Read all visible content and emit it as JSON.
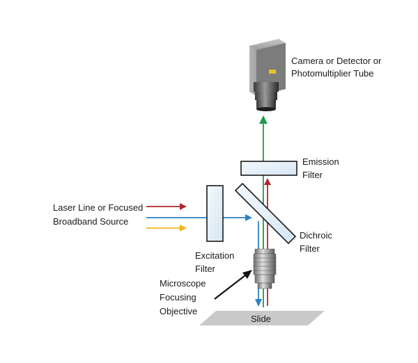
{
  "labels": {
    "camera_line1": "Camera or Detector or",
    "camera_line2": "Photomultiplier Tube",
    "emission_line1": "Emission",
    "emission_line2": "Filter",
    "source_line1": "Laser Line or  Focused",
    "source_line2": "Broadband Source",
    "dichroic_line1": "Dichroic",
    "dichroic_line2": "Filter",
    "excitation_line1": "Excitation",
    "excitation_line2": "Filter",
    "objective_line1": "Microscope",
    "objective_line2": "Focusing",
    "objective_line3": "Objective",
    "slide": "Slide"
  },
  "colors": {
    "red_beam": "#b3262e",
    "blue_beam": "#2f7fc1",
    "yellow_beam": "#f2b61c",
    "green_beam": "#1e9a4b",
    "filter_fill": "#e6f0f8",
    "filter_stroke": "#1a1a1a",
    "camera_body": "#8e8e8e",
    "slide_fill": "#c9c9c9"
  }
}
